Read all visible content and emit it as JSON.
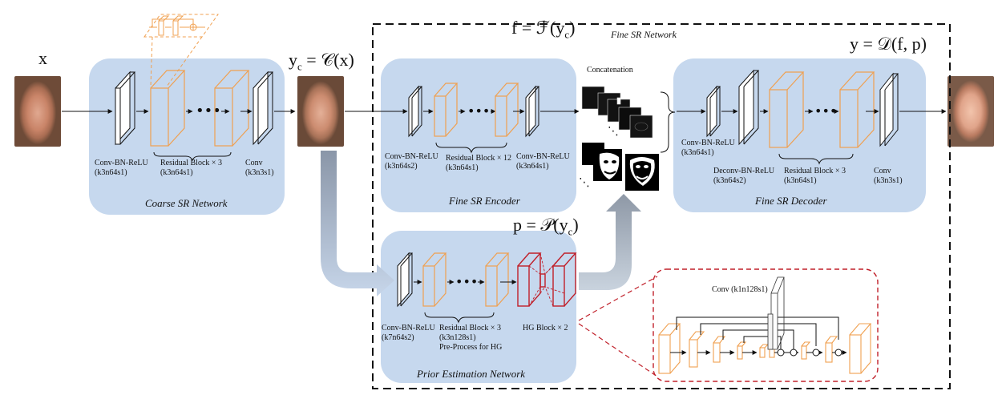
{
  "fine_sr_network": {
    "title": "Fine SR Network"
  },
  "coarse": {
    "title": "Coarse SR Network",
    "labels": {
      "conv_bn_relu": [
        "Conv-BN-ReLU",
        "(k3n64s1)"
      ],
      "residual": [
        "Residual Block × 3",
        "(k3n64s1)"
      ],
      "conv": [
        "Conv",
        "(k3n3s1)"
      ]
    }
  },
  "encoder": {
    "title": "Fine SR Encoder",
    "labels": {
      "conv_bn_relu_1": [
        "Conv-BN-ReLU",
        "(k3n64s2)"
      ],
      "residual": [
        "Residual Block × 12",
        "(k3n64s1)"
      ],
      "conv_bn_relu_2": [
        "Conv-BN-ReLU",
        "(k3n64s1)"
      ]
    }
  },
  "decoder": {
    "title": "Fine SR Decoder",
    "labels": {
      "conv_bn_relu": [
        "Conv-BN-ReLU",
        "(k3n64s1)"
      ],
      "deconv": [
        "Deconv-BN-ReLU",
        "(k3n64s2)"
      ],
      "residual": [
        "Residual Block × 3",
        "(k3n64s1)"
      ],
      "conv": [
        "Conv",
        "(k3n3s1)"
      ]
    }
  },
  "prior": {
    "title": "Prior Estimation Network",
    "labels": {
      "conv_bn_relu": [
        "Conv-BN-ReLU",
        "(k7n64s2)"
      ],
      "residual": [
        "Residual Block × 3",
        "(k3n128s1)",
        "Pre-Process for HG"
      ],
      "hg": "HG Block × 2"
    }
  },
  "hourglass_detail": {
    "label": "Conv (k1n128s1)"
  },
  "concatenation": "Concatenation",
  "math": {
    "x": "x",
    "yc": "y",
    "yc_sub": "c",
    "yc_rhs": " = 𝒞(x)",
    "f_lhs": "f = ℱ(y",
    "f_sub": "c",
    "f_tail": ")",
    "p_lhs": "p = 𝒫(y",
    "p_sub": "c",
    "p_tail": ")",
    "y_eq": "y = 𝒟(f, p)"
  },
  "colors": {
    "panel": "#c6d8ee",
    "residual_orange": "#f0a050",
    "hg_red": "#c0202a",
    "dashed": "#111111",
    "dashed_red": "#c0202a",
    "arrow_gray": "#9aa3ad"
  }
}
